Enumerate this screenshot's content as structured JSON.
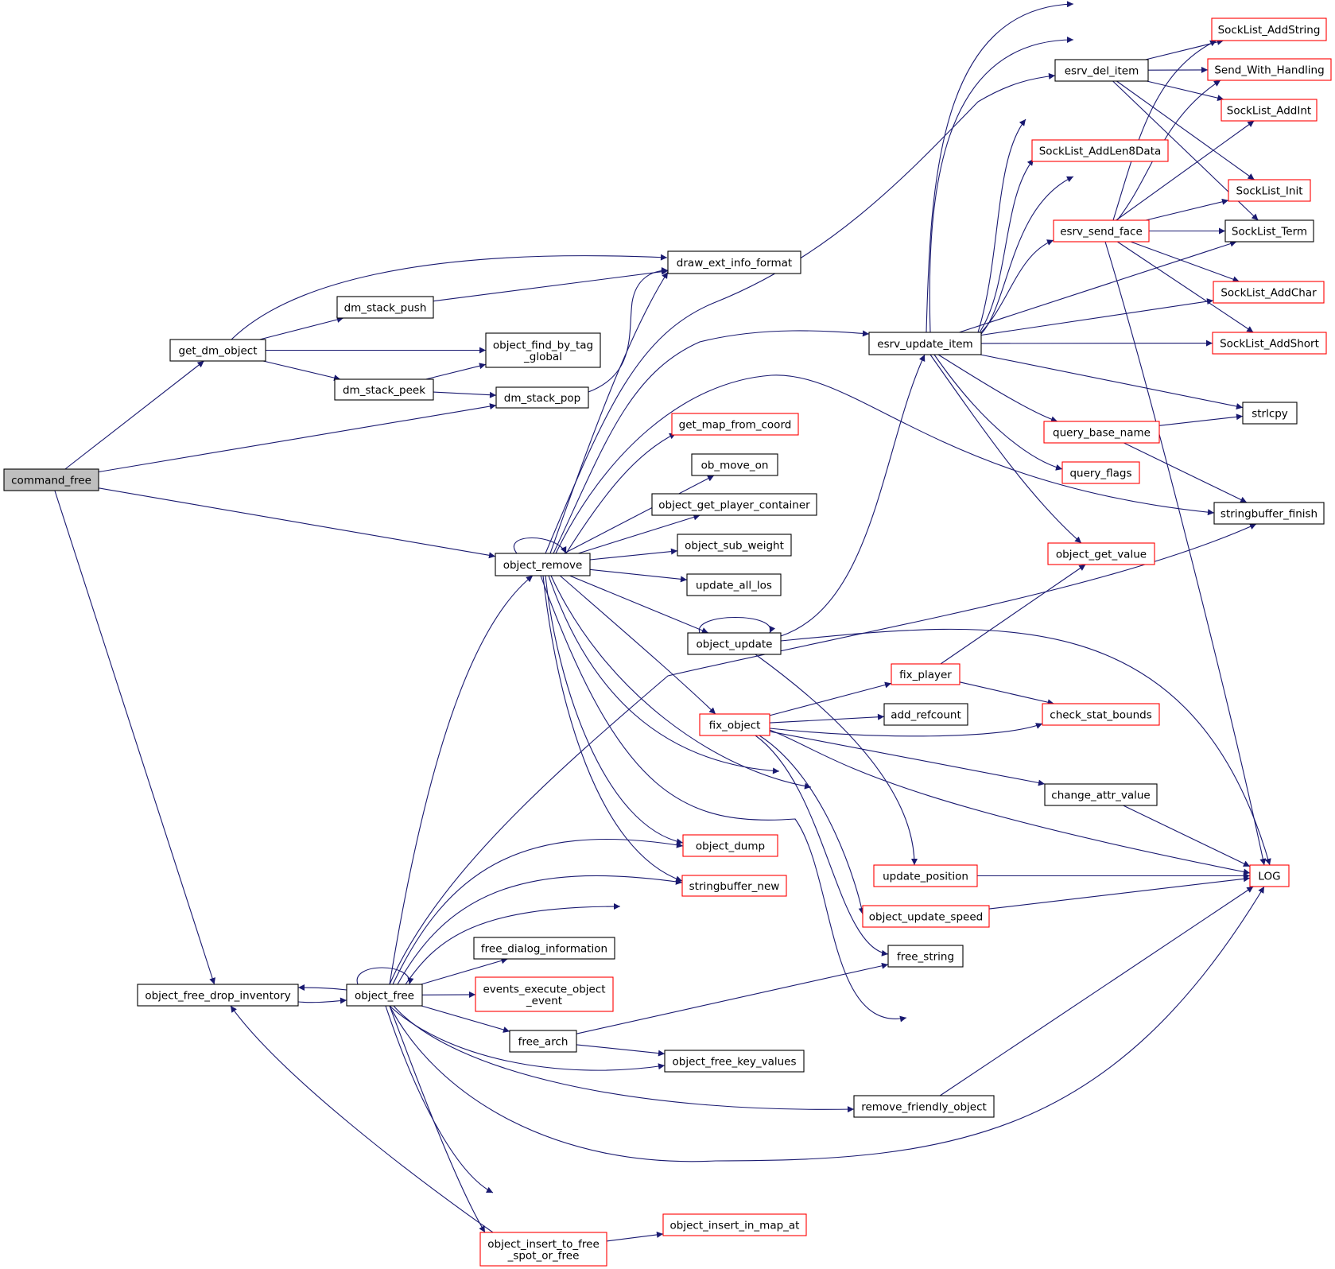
{
  "graph": {
    "title": "",
    "colors": {
      "edge": "#191970",
      "node_border": "#000000",
      "missing_border": "#ff0000",
      "root_fill": "#bfbfbf",
      "node_fill": "#ffffff"
    },
    "nodes": [
      {
        "id": "command_free",
        "lines": [
          "command_free"
        ],
        "style": "root"
      },
      {
        "id": "get_dm_object",
        "lines": [
          "get_dm_object"
        ],
        "style": "normal"
      },
      {
        "id": "dm_stack_push",
        "lines": [
          "dm_stack_push"
        ],
        "style": "normal"
      },
      {
        "id": "dm_stack_peek",
        "lines": [
          "dm_stack_peek"
        ],
        "style": "normal"
      },
      {
        "id": "draw_ext_info_format",
        "lines": [
          "draw_ext_info_format"
        ],
        "style": "normal"
      },
      {
        "id": "object_find_by_tag_global",
        "lines": [
          "object_find_by_tag",
          "_global"
        ],
        "style": "normal"
      },
      {
        "id": "dm_stack_pop",
        "lines": [
          "dm_stack_pop"
        ],
        "style": "normal"
      },
      {
        "id": "object_remove",
        "lines": [
          "object_remove"
        ],
        "style": "normal"
      },
      {
        "id": "get_map_from_coord",
        "lines": [
          "get_map_from_coord"
        ],
        "style": "red"
      },
      {
        "id": "ob_move_on",
        "lines": [
          "ob_move_on"
        ],
        "style": "normal"
      },
      {
        "id": "object_get_player_container",
        "lines": [
          "object_get_player_container"
        ],
        "style": "normal"
      },
      {
        "id": "object_sub_weight",
        "lines": [
          "object_sub_weight"
        ],
        "style": "normal"
      },
      {
        "id": "update_all_los",
        "lines": [
          "update_all_los"
        ],
        "style": "normal"
      },
      {
        "id": "object_update",
        "lines": [
          "object_update"
        ],
        "style": "normal"
      },
      {
        "id": "fix_object",
        "lines": [
          "fix_object"
        ],
        "style": "red"
      },
      {
        "id": "object_dump",
        "lines": [
          "object_dump"
        ],
        "style": "red"
      },
      {
        "id": "stringbuffer_new",
        "lines": [
          "stringbuffer_new"
        ],
        "style": "red"
      },
      {
        "id": "esrv_update_item",
        "lines": [
          "esrv_update_item"
        ],
        "style": "normal"
      },
      {
        "id": "esrv_del_item",
        "lines": [
          "esrv_del_item"
        ],
        "style": "normal"
      },
      {
        "id": "SockList_AddString",
        "lines": [
          "SockList_AddString"
        ],
        "style": "red"
      },
      {
        "id": "Send_With_Handling",
        "lines": [
          "Send_With_Handling"
        ],
        "style": "red"
      },
      {
        "id": "SockList_AddInt",
        "lines": [
          "SockList_AddInt"
        ],
        "style": "red"
      },
      {
        "id": "SockList_AddLen8Data",
        "lines": [
          "SockList_AddLen8Data"
        ],
        "style": "red"
      },
      {
        "id": "SockList_Init",
        "lines": [
          "SockList_Init"
        ],
        "style": "red"
      },
      {
        "id": "esrv_send_face",
        "lines": [
          "esrv_send_face"
        ],
        "style": "red"
      },
      {
        "id": "SockList_Term",
        "lines": [
          "SockList_Term"
        ],
        "style": "normal"
      },
      {
        "id": "SockList_AddChar",
        "lines": [
          "SockList_AddChar"
        ],
        "style": "red"
      },
      {
        "id": "SockList_AddShort",
        "lines": [
          "SockList_AddShort"
        ],
        "style": "red"
      },
      {
        "id": "strlcpy",
        "lines": [
          "strlcpy"
        ],
        "style": "normal"
      },
      {
        "id": "query_base_name",
        "lines": [
          "query_base_name"
        ],
        "style": "red"
      },
      {
        "id": "query_flags",
        "lines": [
          "query_flags"
        ],
        "style": "red"
      },
      {
        "id": "stringbuffer_finish",
        "lines": [
          "stringbuffer_finish"
        ],
        "style": "normal"
      },
      {
        "id": "object_get_value",
        "lines": [
          "object_get_value"
        ],
        "style": "red"
      },
      {
        "id": "fix_player",
        "lines": [
          "fix_player"
        ],
        "style": "red"
      },
      {
        "id": "add_refcount",
        "lines": [
          "add_refcount"
        ],
        "style": "normal"
      },
      {
        "id": "check_stat_bounds",
        "lines": [
          "check_stat_bounds"
        ],
        "style": "red"
      },
      {
        "id": "change_attr_value",
        "lines": [
          "change_attr_value"
        ],
        "style": "normal"
      },
      {
        "id": "LOG",
        "lines": [
          "LOG"
        ],
        "style": "red"
      },
      {
        "id": "update_position",
        "lines": [
          "update_position"
        ],
        "style": "red"
      },
      {
        "id": "object_update_speed",
        "lines": [
          "object_update_speed"
        ],
        "style": "red"
      },
      {
        "id": "free_string",
        "lines": [
          "free_string"
        ],
        "style": "normal"
      },
      {
        "id": "object_free_drop_inventory",
        "lines": [
          "object_free_drop_inventory"
        ],
        "style": "normal"
      },
      {
        "id": "object_free",
        "lines": [
          "object_free"
        ],
        "style": "normal"
      },
      {
        "id": "free_dialog_information",
        "lines": [
          "free_dialog_information"
        ],
        "style": "normal"
      },
      {
        "id": "events_execute_object_event",
        "lines": [
          "events_execute_object",
          "_event"
        ],
        "style": "red"
      },
      {
        "id": "free_arch",
        "lines": [
          "free_arch"
        ],
        "style": "normal"
      },
      {
        "id": "object_free_key_values",
        "lines": [
          "object_free_key_values"
        ],
        "style": "normal"
      },
      {
        "id": "remove_friendly_object",
        "lines": [
          "remove_friendly_object"
        ],
        "style": "normal"
      },
      {
        "id": "object_insert_in_map_at",
        "lines": [
          "object_insert_in_map_at"
        ],
        "style": "red"
      },
      {
        "id": "object_insert_to_free_spot_or_free",
        "lines": [
          "object_insert_to_free",
          "_spot_or_free"
        ],
        "style": "red"
      }
    ],
    "edges": [
      [
        "command_free",
        "get_dm_object"
      ],
      [
        "command_free",
        "dm_stack_pop"
      ],
      [
        "command_free",
        "object_remove"
      ],
      [
        "command_free",
        "object_free_drop_inventory"
      ],
      [
        "get_dm_object",
        "draw_ext_info_format"
      ],
      [
        "get_dm_object",
        "dm_stack_push"
      ],
      [
        "get_dm_object",
        "object_find_by_tag_global"
      ],
      [
        "get_dm_object",
        "dm_stack_peek"
      ],
      [
        "dm_stack_push",
        "draw_ext_info_format"
      ],
      [
        "dm_stack_peek",
        "object_find_by_tag_global"
      ],
      [
        "dm_stack_peek",
        "dm_stack_pop"
      ],
      [
        "dm_stack_pop",
        "draw_ext_info_format"
      ],
      [
        "object_remove",
        "draw_ext_info_format"
      ],
      [
        "object_remove",
        "esrv_del_item"
      ],
      [
        "object_remove",
        "esrv_update_item"
      ],
      [
        "object_remove",
        "stringbuffer_finish"
      ],
      [
        "object_remove",
        "get_map_from_coord"
      ],
      [
        "object_remove",
        "ob_move_on"
      ],
      [
        "object_remove",
        "object_get_player_container"
      ],
      [
        "object_remove",
        "object_remove"
      ],
      [
        "object_remove",
        "object_sub_weight"
      ],
      [
        "object_remove",
        "update_all_los"
      ],
      [
        "object_remove",
        "object_update"
      ],
      [
        "object_remove",
        "fix_object"
      ],
      [
        "object_remove",
        "object_dump"
      ],
      [
        "object_remove",
        "stringbuffer_new"
      ],
      [
        "object_remove",
        "update_position"
      ],
      [
        "object_remove",
        "object_update_speed"
      ],
      [
        "object_remove",
        "LOG"
      ],
      [
        "object_update",
        "object_update"
      ],
      [
        "object_update",
        "esrv_update_item"
      ],
      [
        "object_update",
        "LOG"
      ],
      [
        "object_update",
        "update_position"
      ],
      [
        "esrv_update_item",
        "SockList_AddString"
      ],
      [
        "esrv_update_item",
        "Send_With_Handling"
      ],
      [
        "esrv_update_item",
        "SockList_AddInt"
      ],
      [
        "esrv_update_item",
        "SockList_AddLen8Data"
      ],
      [
        "esrv_update_item",
        "SockList_Init"
      ],
      [
        "esrv_update_item",
        "esrv_send_face"
      ],
      [
        "esrv_update_item",
        "SockList_Term"
      ],
      [
        "esrv_update_item",
        "SockList_AddChar"
      ],
      [
        "esrv_update_item",
        "SockList_AddShort"
      ],
      [
        "esrv_update_item",
        "strlcpy"
      ],
      [
        "esrv_update_item",
        "query_base_name"
      ],
      [
        "esrv_update_item",
        "query_flags"
      ],
      [
        "esrv_update_item",
        "object_get_value"
      ],
      [
        "esrv_del_item",
        "SockList_AddString"
      ],
      [
        "esrv_del_item",
        "Send_With_Handling"
      ],
      [
        "esrv_del_item",
        "SockList_AddInt"
      ],
      [
        "esrv_del_item",
        "SockList_Init"
      ],
      [
        "esrv_del_item",
        "SockList_Term"
      ],
      [
        "esrv_send_face",
        "SockList_AddString"
      ],
      [
        "esrv_send_face",
        "Send_With_Handling"
      ],
      [
        "esrv_send_face",
        "SockList_AddInt"
      ],
      [
        "esrv_send_face",
        "SockList_Init"
      ],
      [
        "esrv_send_face",
        "SockList_Term"
      ],
      [
        "esrv_send_face",
        "SockList_AddChar"
      ],
      [
        "esrv_send_face",
        "SockList_AddShort"
      ],
      [
        "esrv_send_face",
        "LOG"
      ],
      [
        "query_base_name",
        "strlcpy"
      ],
      [
        "query_base_name",
        "stringbuffer_finish"
      ],
      [
        "fix_object",
        "fix_player"
      ],
      [
        "fix_object",
        "add_refcount"
      ],
      [
        "fix_object",
        "check_stat_bounds"
      ],
      [
        "fix_object",
        "change_attr_value"
      ],
      [
        "fix_object",
        "LOG"
      ],
      [
        "fix_object",
        "object_update_speed"
      ],
      [
        "fix_object",
        "free_string"
      ],
      [
        "fix_player",
        "object_get_value"
      ],
      [
        "fix_player",
        "check_stat_bounds"
      ],
      [
        "change_attr_value",
        "LOG"
      ],
      [
        "update_position",
        "LOG"
      ],
      [
        "object_update_speed",
        "LOG"
      ],
      [
        "object_free_drop_inventory",
        "object_free"
      ],
      [
        "object_free",
        "object_free_drop_inventory"
      ],
      [
        "object_free",
        "object_free"
      ],
      [
        "object_free",
        "object_remove"
      ],
      [
        "object_free",
        "stringbuffer_finish"
      ],
      [
        "object_free",
        "object_dump"
      ],
      [
        "object_free",
        "stringbuffer_new"
      ],
      [
        "object_free",
        "object_update_speed"
      ],
      [
        "object_free",
        "free_dialog_information"
      ],
      [
        "object_free",
        "events_execute_object_event"
      ],
      [
        "object_free",
        "free_arch"
      ],
      [
        "object_free",
        "object_free_key_values"
      ],
      [
        "object_free",
        "remove_friendly_object"
      ],
      [
        "object_free",
        "LOG"
      ],
      [
        "object_free",
        "object_insert_in_map_at"
      ],
      [
        "object_free",
        "object_insert_to_free_spot_or_free"
      ],
      [
        "free_arch",
        "free_string"
      ],
      [
        "free_arch",
        "object_free_key_values"
      ],
      [
        "remove_friendly_object",
        "LOG"
      ],
      [
        "object_insert_to_free_spot_or_free",
        "object_insert_in_map_at"
      ],
      [
        "object_insert_to_free_spot_or_free",
        "object_free_drop_inventory"
      ]
    ]
  }
}
